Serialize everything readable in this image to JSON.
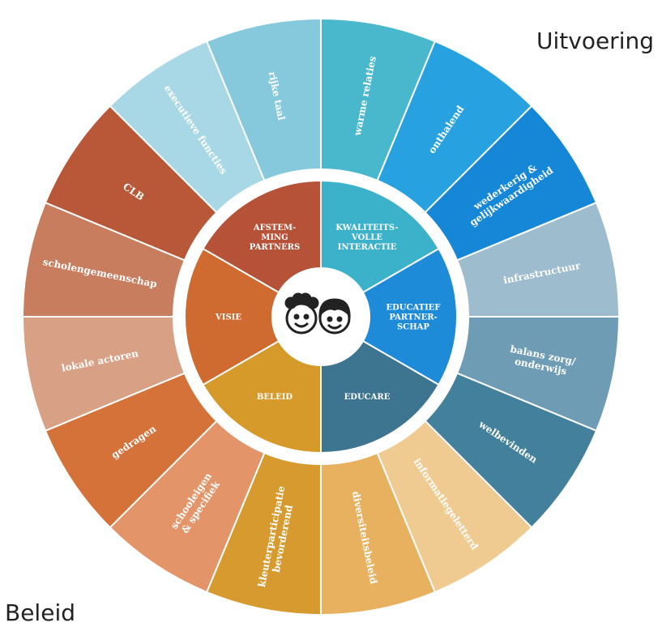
{
  "corner_labels": {
    "top_right": "Uitvoering",
    "bottom_left": "Beleid"
  },
  "center_icon": "two-smiling-children-faces-icon",
  "inner_segments": [
    {
      "id": "kwaliteitsvolle-interactie",
      "lines": [
        "KWALITEITS-",
        "VOLLE",
        "INTERACTIE"
      ],
      "color": "#3bb2c9"
    },
    {
      "id": "educatief-partnerschap",
      "lines": [
        "EDUCATIEF",
        "PARTNER-",
        "SCHAP"
      ],
      "color": "#1e8bd8"
    },
    {
      "id": "educare",
      "lines": [
        "EDUCARE"
      ],
      "color": "#3d7590"
    },
    {
      "id": "beleid",
      "lines": [
        "BELEID"
      ],
      "color": "#d69a2b"
    },
    {
      "id": "visie",
      "lines": [
        "VISIE"
      ],
      "color": "#cf6a30"
    },
    {
      "id": "afstemming-partners",
      "lines": [
        "AFSTEM-",
        "MING",
        "PARTNERS"
      ],
      "color": "#b55238"
    }
  ],
  "outer_segments": [
    {
      "id": "warme-relaties",
      "lines": [
        "warme relaties"
      ],
      "color": "#49b7cc"
    },
    {
      "id": "onthalend",
      "lines": [
        "onthalend"
      ],
      "color": "#27a1df"
    },
    {
      "id": "wederkerig",
      "lines": [
        "wederkerig &",
        "gelijkwaardigheid"
      ],
      "color": "#1687d6"
    },
    {
      "id": "infrastructuur",
      "lines": [
        "infrastructuur"
      ],
      "color": "#9dbccd"
    },
    {
      "id": "balans",
      "lines": [
        "balans zorg/",
        "onderwijs"
      ],
      "color": "#6f9cb5"
    },
    {
      "id": "welbevinden",
      "lines": [
        "welbevinden"
      ],
      "color": "#43809c"
    },
    {
      "id": "informatiegeletterd",
      "lines": [
        "informatiegeletterd"
      ],
      "color": "#f0cb91"
    },
    {
      "id": "diversiteitsbeleid",
      "lines": [
        "diversiteitsbeleid"
      ],
      "color": "#e7b160"
    },
    {
      "id": "kleuterparticipatie",
      "lines": [
        "kleuterparticipatie",
        "bevorderend"
      ],
      "color": "#d79a2f"
    },
    {
      "id": "schooleigen",
      "lines": [
        "schooleigen",
        "& specifiek"
      ],
      "color": "#e39569"
    },
    {
      "id": "gedragen",
      "lines": [
        "gedragen"
      ],
      "color": "#d4723a"
    },
    {
      "id": "lokale-actoren",
      "lines": [
        "lokale actoren"
      ],
      "color": "#d8a185"
    },
    {
      "id": "scholengemeenschap",
      "lines": [
        "scholengemeenschap"
      ],
      "color": "#c87d5f"
    },
    {
      "id": "clb",
      "lines": [
        "CLB"
      ],
      "color": "#b85838"
    },
    {
      "id": "executieve-functies",
      "lines": [
        "executieve functies"
      ],
      "color": "#a8d8e5"
    },
    {
      "id": "rijke-taal",
      "lines": [
        "rijke taal"
      ],
      "color": "#87c9dc"
    }
  ]
}
